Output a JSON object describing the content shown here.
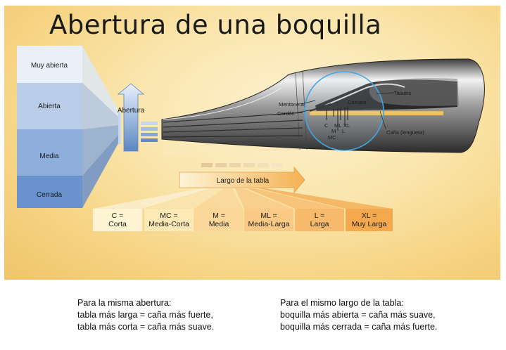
{
  "title": "Abertura de una boquilla",
  "opening_levels": [
    "Muy abierta",
    "Abierta",
    "Media",
    "Cerrada"
  ],
  "opening_arrow_label": "Abertura",
  "table_arrow_label": "Largo de la tabla",
  "mouthpiece_parts": {
    "mentonera": "Mentonera",
    "cordon": "Cordón",
    "camara": "Camara",
    "taladro": "Taladro",
    "cana": "Caña (lengüeta)"
  },
  "lay_marks": [
    "C",
    "M",
    "MC",
    "ML",
    "L",
    "XL"
  ],
  "lengths": [
    {
      "code": "C =",
      "name": "Corta",
      "color": "#fff5d2"
    },
    {
      "code": "MC =",
      "name": "Media-Corta",
      "color": "#fde9b5"
    },
    {
      "code": "M =",
      "name": "Media",
      "color": "#fbd79a"
    },
    {
      "code": "ML =",
      "name": "Media-Larga",
      "color": "#f9c985"
    },
    {
      "code": "L =",
      "name": "Larga",
      "color": "#f7ba6c"
    },
    {
      "code": "XL =",
      "name": "Muy Larga",
      "color": "#f4a94f"
    }
  ],
  "notes": {
    "left": [
      "Para la misma abertura:",
      "tabla más larga = caña más fuerte,",
      "tabla más corta = caña más suave."
    ],
    "right": [
      "Para el mismo largo de la tabla:",
      "boquilla más abierta = caña más suave,",
      "boquilla más cerrada = caña más fuerte."
    ]
  }
}
